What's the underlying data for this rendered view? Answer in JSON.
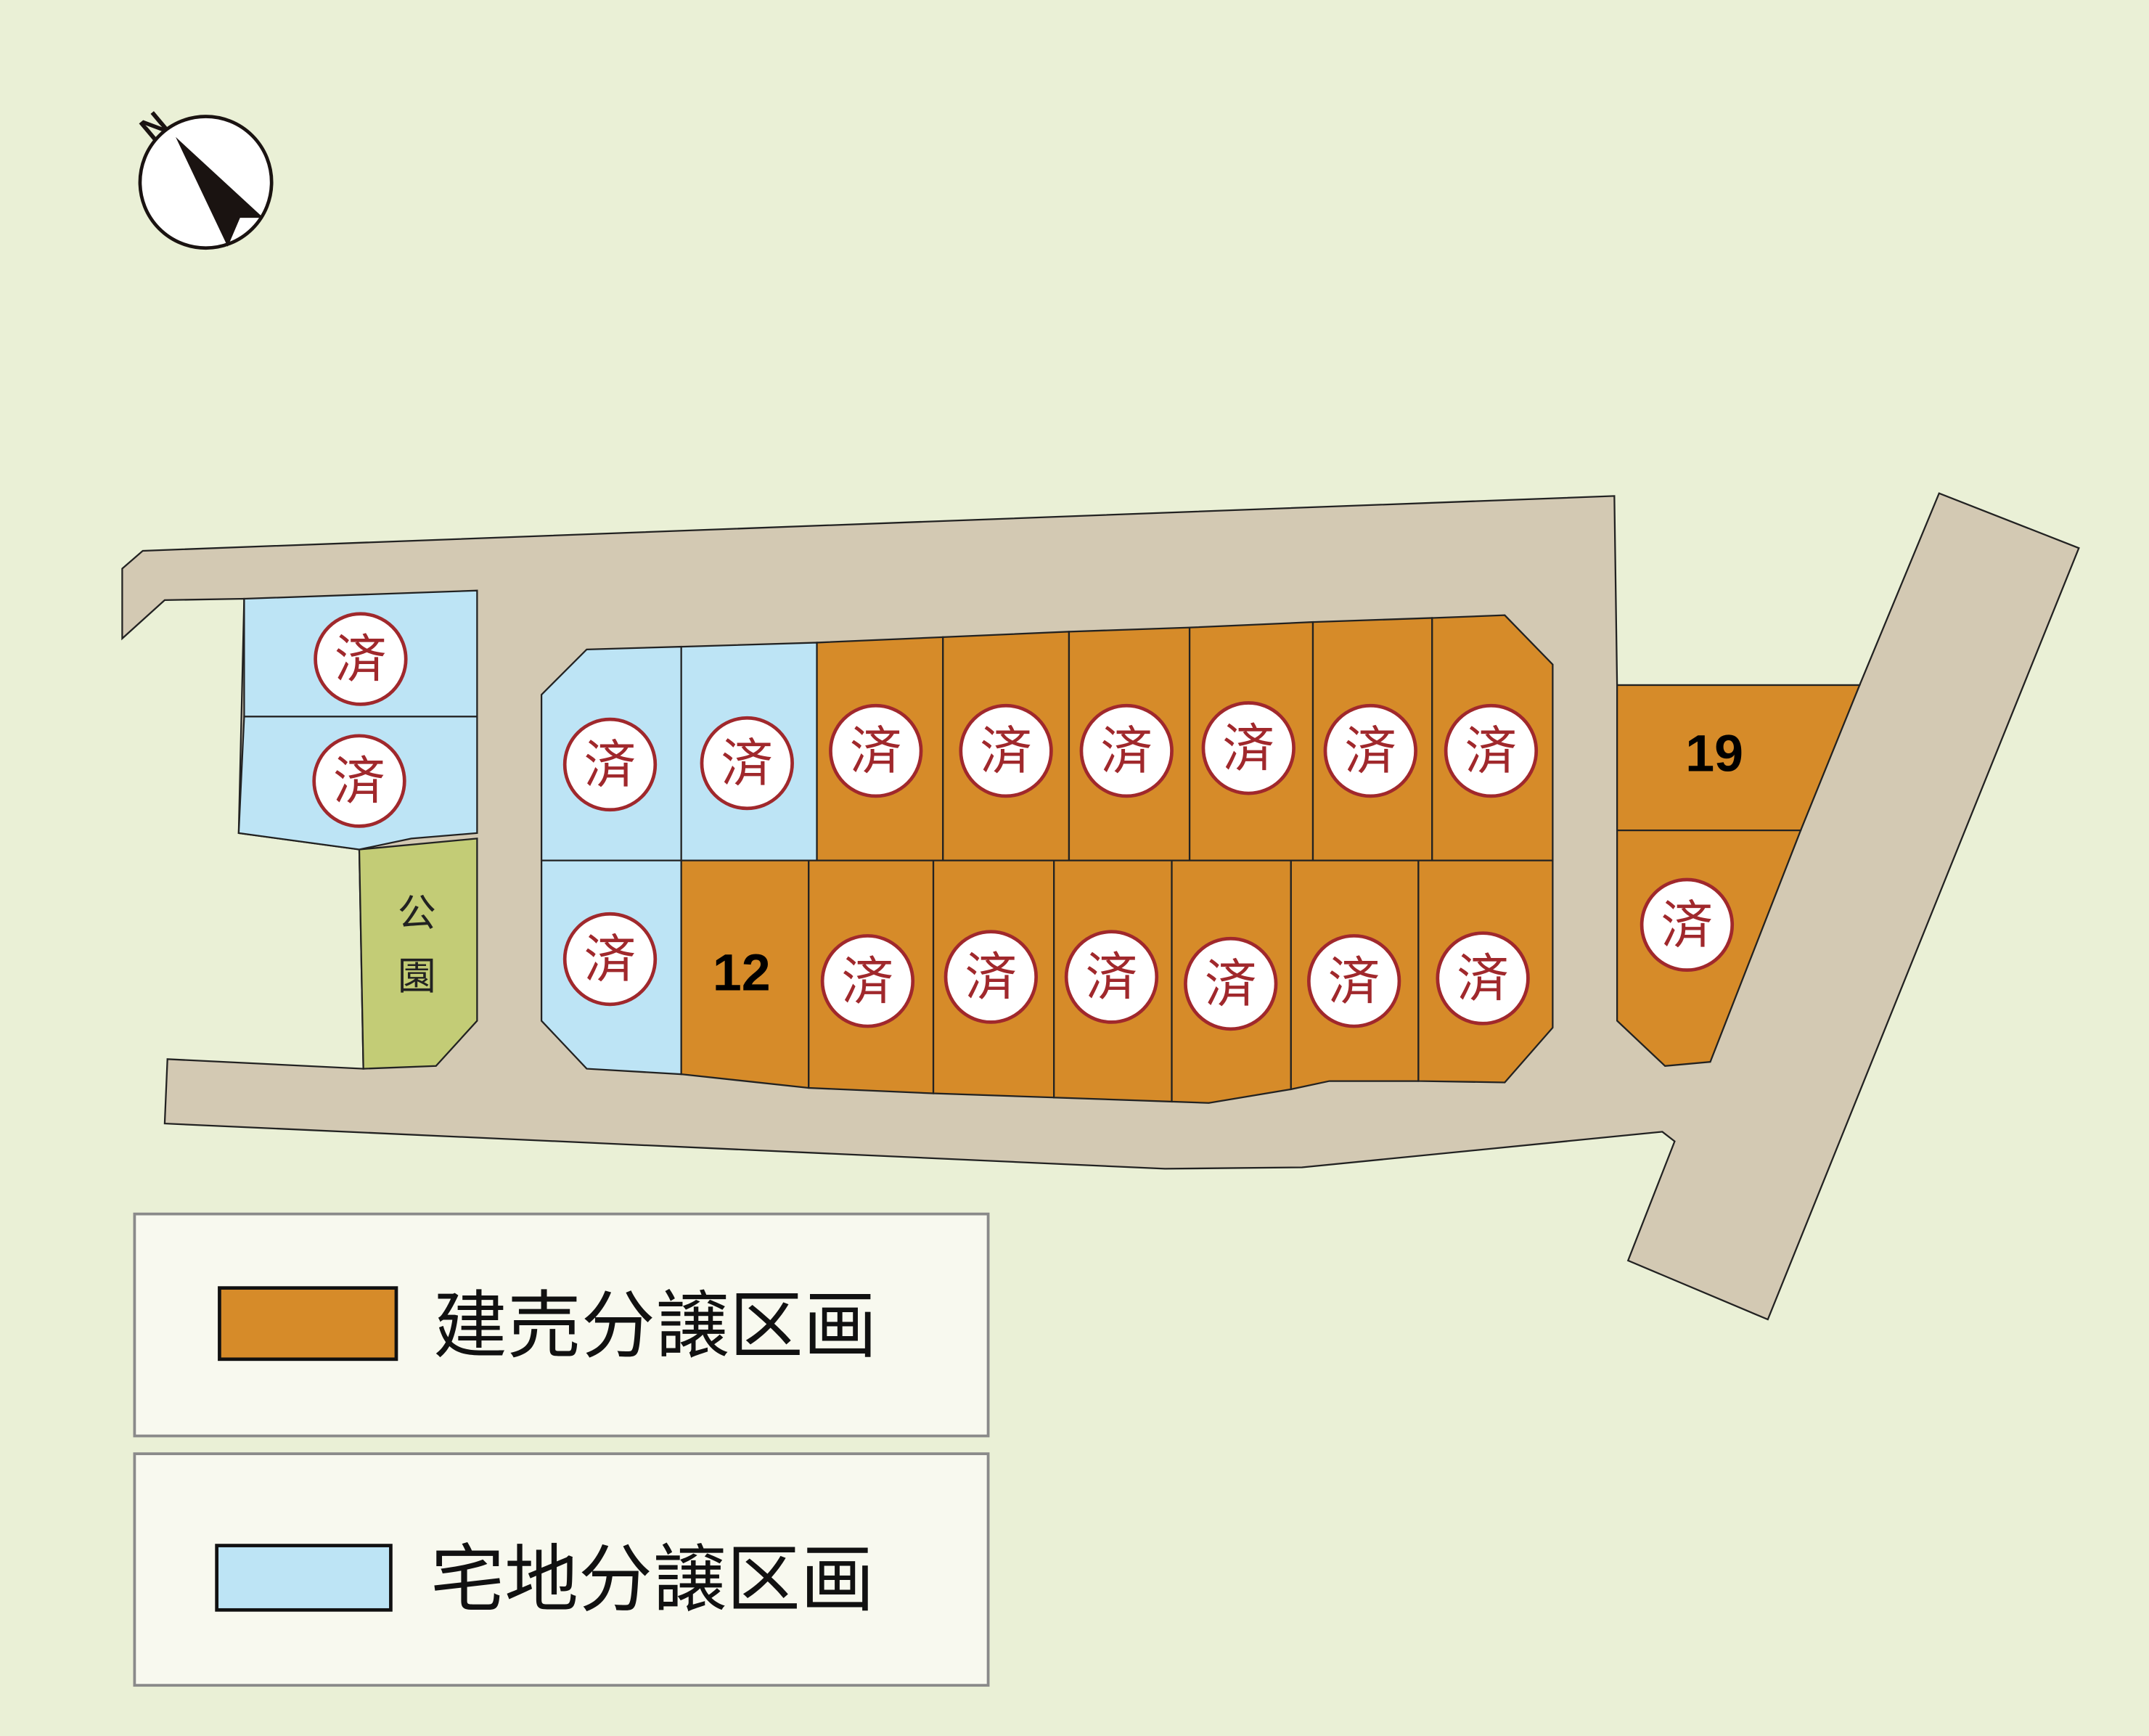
{
  "colors": {
    "background": "#eaf0d6",
    "road": "#d3c9b3",
    "built_for_sale": "#d68b29",
    "residential_land": "#bde4f5",
    "park": "#c3cc76",
    "sold_stamp": "#a0282c"
  },
  "compass": {
    "north_label": "N"
  },
  "park": {
    "label_line1": "公",
    "label_line2": "園"
  },
  "lots": [
    {
      "type": "residential_land",
      "label": "済",
      "sold": true
    },
    {
      "type": "residential_land",
      "label": "済",
      "sold": true
    },
    {
      "type": "residential_land",
      "label": "済",
      "sold": true
    },
    {
      "type": "residential_land",
      "label": "済",
      "sold": true
    },
    {
      "type": "built_for_sale",
      "label": "済",
      "sold": true
    },
    {
      "type": "built_for_sale",
      "label": "済",
      "sold": true
    },
    {
      "type": "built_for_sale",
      "label": "済",
      "sold": true
    },
    {
      "type": "built_for_sale",
      "label": "済",
      "sold": true
    },
    {
      "type": "built_for_sale",
      "label": "済",
      "sold": true
    },
    {
      "type": "built_for_sale",
      "label": "済",
      "sold": true
    },
    {
      "type": "residential_land",
      "label": "済",
      "sold": true
    },
    {
      "type": "built_for_sale",
      "label": "12",
      "sold": false
    },
    {
      "type": "built_for_sale",
      "label": "済",
      "sold": true
    },
    {
      "type": "built_for_sale",
      "label": "済",
      "sold": true
    },
    {
      "type": "built_for_sale",
      "label": "済",
      "sold": true
    },
    {
      "type": "built_for_sale",
      "label": "済",
      "sold": true
    },
    {
      "type": "built_for_sale",
      "label": "済",
      "sold": true
    },
    {
      "type": "built_for_sale",
      "label": "済",
      "sold": true
    },
    {
      "type": "built_for_sale",
      "label": "19",
      "sold": false
    },
    {
      "type": "built_for_sale",
      "label": "済",
      "sold": true
    }
  ],
  "legend": {
    "built_for_sale_label": "建売分譲区画",
    "residential_land_label": "宅地分譲区画"
  }
}
